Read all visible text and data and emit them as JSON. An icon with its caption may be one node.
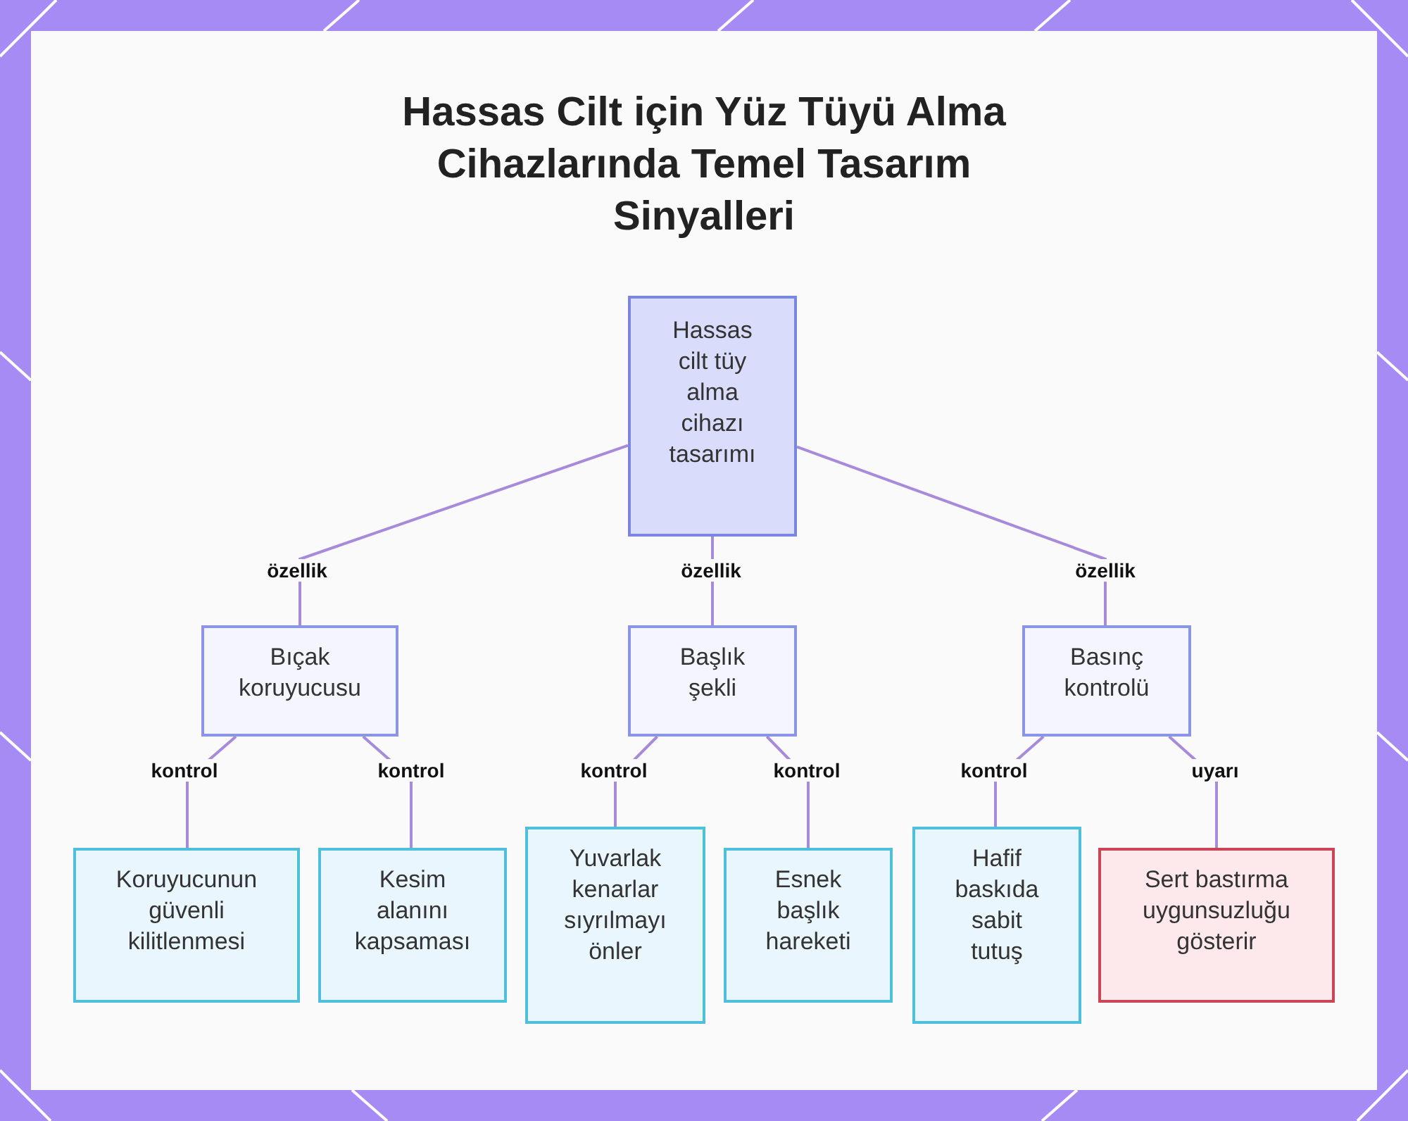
{
  "diagram": {
    "title": "Hassas Cilt için Yüz Tüyü Alma Cihazlarında Temel Tasarım Sinyalleri",
    "nodes": [
      {
        "text": [
          "Hassas cilt tüy alma cihazı tasarımı"
        ]
      },
      {
        "text": [
          "Bıçak koruyucusu"
        ]
      },
      {
        "text": [
          "Başlık şekli"
        ]
      },
      {
        "text": [
          "Basınç kontrolü"
        ]
      },
      {
        "text": [
          "Koruyucunun güvenli kilitlenmesi"
        ]
      },
      {
        "text": [
          "Kesim alanını kapsaması"
        ]
      },
      {
        "text": [
          "Yuvarlak kenarlar sıyrılmayı önler"
        ]
      },
      {
        "text": [
          "Esnek başlık hareketi"
        ]
      },
      {
        "text": [
          "Hafif baskıda sabit tutuş"
        ]
      },
      {
        "text": [
          "Sert bastırma uygunsuzluğu gösterir"
        ]
      }
    ],
    "edges": [
      {
        "from": 0,
        "to": 1,
        "arrow": "none",
        "label": "özellik"
      },
      {
        "from": 0,
        "to": 2,
        "arrow": "none",
        "label": "özellik"
      },
      {
        "from": 0,
        "to": 3,
        "arrow": "none",
        "label": "özellik"
      },
      {
        "from": 1,
        "to": 4,
        "arrow": "none",
        "label": "kontrol"
      },
      {
        "from": 1,
        "to": 5,
        "arrow": "none",
        "label": "kontrol"
      },
      {
        "from": 2,
        "to": 6,
        "arrow": "none",
        "label": "kontrol"
      },
      {
        "from": 2,
        "to": 7,
        "arrow": "none",
        "label": "kontrol"
      },
      {
        "from": 3,
        "to": 8,
        "arrow": "none",
        "label": "kontrol"
      },
      {
        "from": 3,
        "to": 9,
        "arrow": "none",
        "label": "uyarı"
      }
    ]
  }
}
